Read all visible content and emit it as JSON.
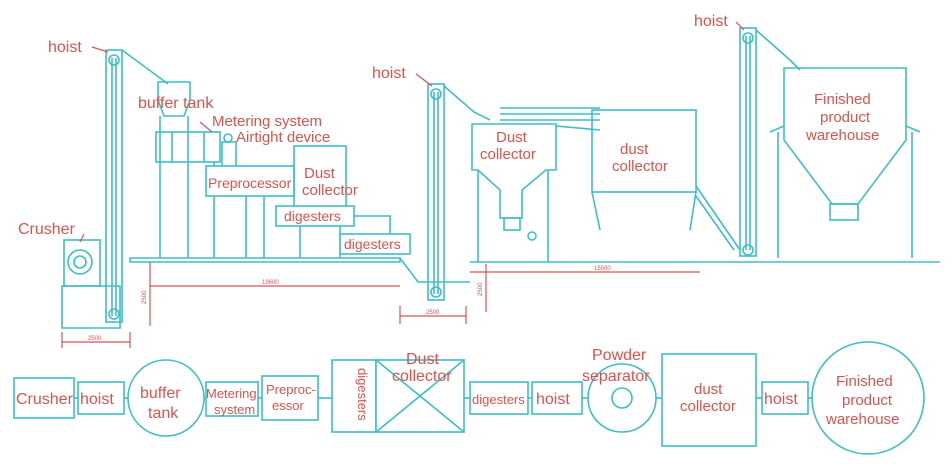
{
  "colors": {
    "equipment": "#3bbfc9",
    "label": "#d9534f",
    "background": "#ffffff"
  },
  "side": {
    "hoist_1": "hoist",
    "buffer_tank": "buffer tank",
    "metering_system": "Metering system",
    "airtight_device": "Airtight device",
    "preprocessor": "Preprocessor",
    "dust_collector_1": [
      "Dust",
      "collector"
    ],
    "digesters_1": "digesters",
    "digesters_2": "digesters",
    "crusher": "Crusher",
    "hoist_2": "hoist",
    "dust_collector_2": [
      "Dust",
      "collector"
    ],
    "dust_collector_3": [
      "dust",
      "collector"
    ],
    "hoist_3": "hoist",
    "warehouse": [
      "Finished",
      "product",
      "warehouse"
    ],
    "dims": {
      "d_19600": "19600",
      "d_15500": "15500",
      "d_2500_a": "2500",
      "d_2500_b": "2500",
      "d_2500_c": "2500",
      "d_2500_d": "2500"
    }
  },
  "flow": {
    "crusher": "Crusher",
    "hoist_1": "hoist",
    "buffer_tank": [
      "buffer",
      "tank"
    ],
    "metering": [
      "Metering",
      "system"
    ],
    "preprocessor": [
      "Preproc-",
      "essor"
    ],
    "digesters_vertical": "digesters",
    "dust_collector": [
      "Dust",
      "collector"
    ],
    "digesters": "digesters",
    "hoist_2": "hoist",
    "powder_separator": [
      "Powder",
      "separator"
    ],
    "dust_collector_2": [
      "dust",
      "collector"
    ],
    "hoist_3": "hoist",
    "warehouse": [
      "Finished",
      "product",
      "warehouse"
    ]
  }
}
